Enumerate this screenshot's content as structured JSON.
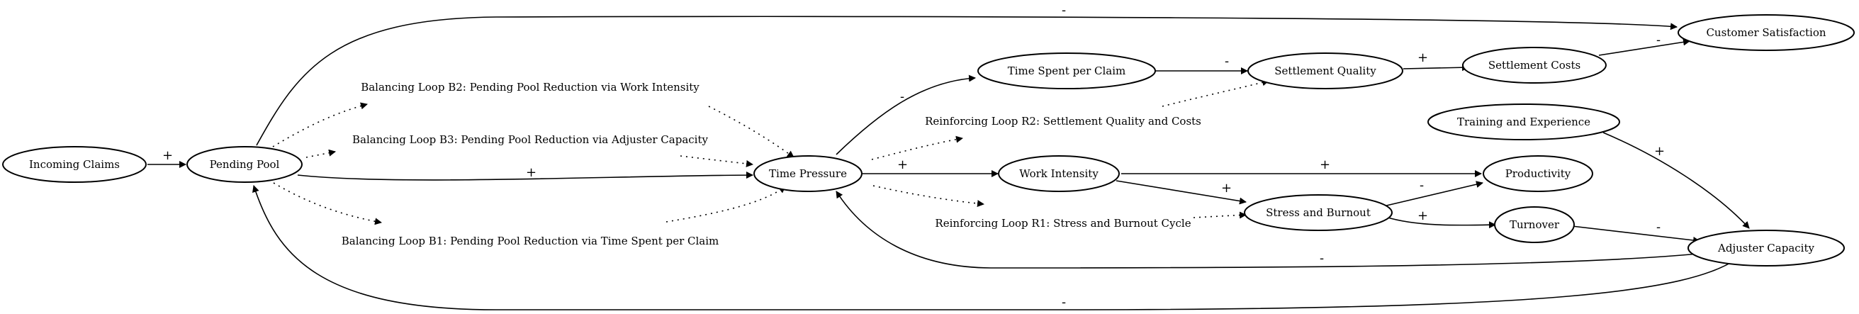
{
  "nodes": {
    "incoming_claims": "Incoming Claims",
    "pending_pool": "Pending Pool",
    "time_pressure": "Time Pressure",
    "time_spent_per_claim": "Time Spent per Claim",
    "settlement_quality": "Settlement Quality",
    "settlement_costs": "Settlement Costs",
    "customer_satisfaction": "Customer Satisfaction",
    "training_and_experience": "Training and Experience",
    "work_intensity": "Work Intensity",
    "productivity": "Productivity",
    "stress_and_burnout": "Stress and Burnout",
    "turnover": "Turnover",
    "adjuster_capacity": "Adjuster Capacity"
  },
  "loops": {
    "b2": "Balancing Loop B2: Pending Pool Reduction via Work Intensity",
    "b3": "Balancing Loop B3: Pending Pool Reduction via Adjuster Capacity",
    "b1": "Balancing Loop B1: Pending Pool Reduction via Time Spent per Claim",
    "r2": "Reinforcing Loop R2: Settlement Quality and Costs",
    "r1": "Reinforcing Loop R1: Stress and Burnout Cycle"
  },
  "edges": {
    "incoming_to_pending": "+",
    "pending_to_time_pressure": "+",
    "pending_to_customer_satisfaction": "-",
    "time_pressure_to_time_spent": "-",
    "time_pressure_to_work_intensity": "+",
    "time_spent_to_settlement_quality": "-",
    "settlement_quality_to_costs": "+",
    "costs_to_customer_satisfaction": "-",
    "work_intensity_to_productivity": "+",
    "work_intensity_to_stress": "+",
    "stress_to_productivity": "-",
    "stress_to_turnover": "+",
    "turnover_to_adjuster_capacity": "-",
    "training_to_adjuster_capacity": "+",
    "adjuster_capacity_to_time_pressure": "-",
    "adjuster_capacity_to_pending_pool": "-"
  }
}
